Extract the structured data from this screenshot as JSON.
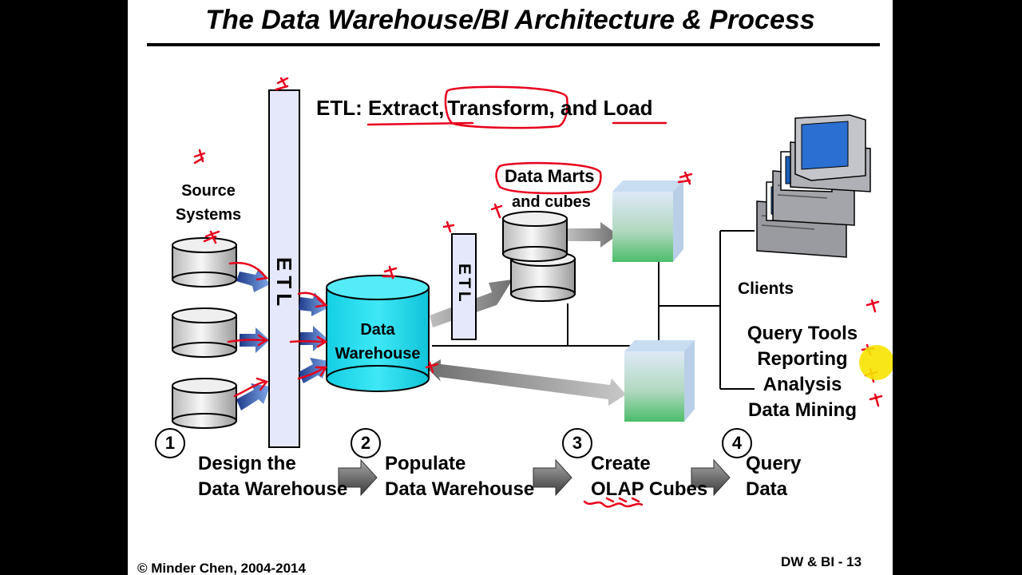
{
  "title": "The Data Warehouse/BI Architecture & Process",
  "etl_heading": {
    "prefix": "ETL: ",
    "extract": "Extract",
    "comma1": ",",
    "transform": "Transform",
    "comma2": ",",
    "and": " and ",
    "load": "Load"
  },
  "source_systems": {
    "line1": "Source",
    "line2": "Systems"
  },
  "etl_bar_main": "ETL",
  "etl_bar_small": "ETL",
  "warehouse": {
    "line1": "Data",
    "line2": "Warehouse"
  },
  "data_marts": {
    "line1": "Data Marts",
    "line2": "and cubes"
  },
  "clients": "Clients",
  "tools": [
    "Query Tools",
    "Reporting",
    "Analysis",
    "Data Mining"
  ],
  "steps": [
    {
      "number": "1",
      "line1": "Design the",
      "line2": "Data Warehouse"
    },
    {
      "number": "2",
      "line1": "Populate",
      "line2": "Data Warehouse"
    },
    {
      "number": "3",
      "line1": "Create",
      "line2": "OLAP Cubes"
    },
    {
      "number": "4",
      "line1": "Query",
      "line2": "Data"
    }
  ],
  "footer": {
    "copyright": "© Minder Chen, 2004-2014",
    "page": "DW & BI - 13"
  },
  "colors": {
    "warehouse_fill": "#22e0f2",
    "etl_bar_fill": "#e4e8fa",
    "annotation_red": "#e8001c",
    "highlight_yellow": "#f7e300"
  }
}
